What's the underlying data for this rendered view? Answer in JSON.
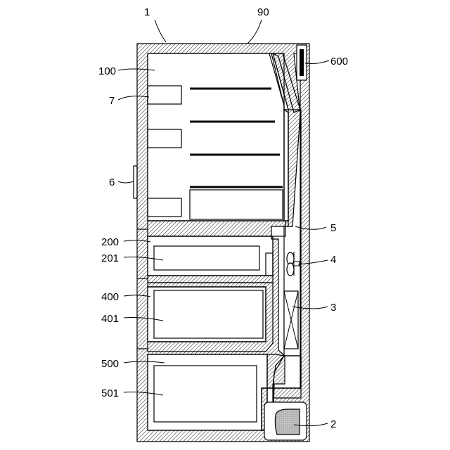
{
  "labels": {
    "l1": "1",
    "l90": "90",
    "l600": "600",
    "l100": "100",
    "l7": "7",
    "l6": "6",
    "l5": "5",
    "l200": "200",
    "l201": "201",
    "l4": "4",
    "l3": "3",
    "l400": "400",
    "l401": "401",
    "l500": "500",
    "l501": "501",
    "l2": "2"
  },
  "colors": {
    "line": "#000000",
    "hatch": "#000000",
    "background": "#ffffff",
    "compressor_fill": "#bbbbbb"
  }
}
